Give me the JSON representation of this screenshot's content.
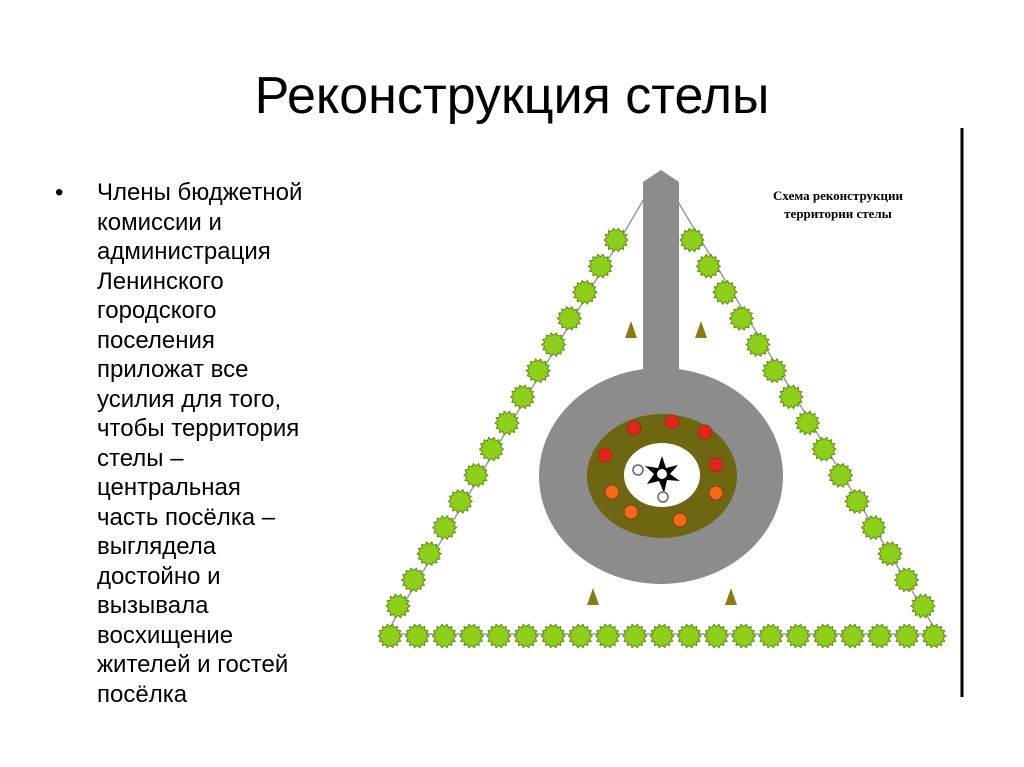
{
  "slide": {
    "title": "Реконструкция стелы",
    "bullet": "Члены бюджетной\nкомиссии и\nадминистрация\nЛенинского\nгородского\nпоселения\nприложат все\nусилия для того,\nчтобы территория\nстелы –\nцентральная\nчасть посёлка –\nвыглядела\nдостойно и\nвызывала\nвосхищение\nжителей и гостей\nпосёлка"
  },
  "diagram": {
    "caption_line1": "Схема реконструкции",
    "caption_line2": "территории стелы",
    "colors": {
      "tree": "#8fcf1c",
      "tree_edge": "#5a8f10",
      "path": "#8c8c8c",
      "lawn": "#6e6610",
      "flower_red": "#e3241b",
      "flower_orange": "#f26a1b",
      "small_tree": "#8a7a1a"
    },
    "icons": [
      "tree-icon",
      "spruce-icon",
      "star-icon",
      "lamp-icon"
    ]
  }
}
